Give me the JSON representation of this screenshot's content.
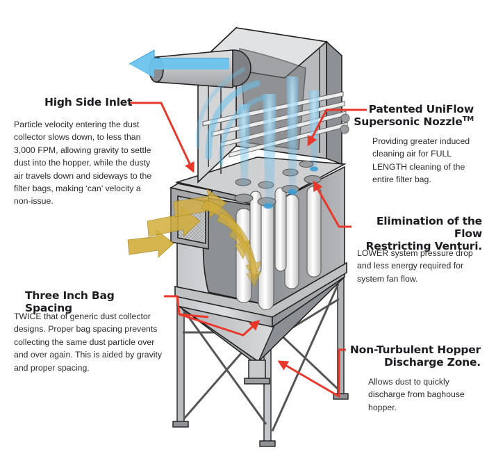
{
  "callouts": {
    "high_side_inlet": {
      "title": "High Side Inlet",
      "body": "Particle velocity entering the dust collector slows down, to less than 3,000 FPM, allowing gravity to settle dust into the hopper, while the dusty air travels down and sideways to the filter bags, making ‘can’ velocity a non-issue."
    },
    "nozzle": {
      "title_line1": "Patented UniFlow",
      "title_line2": "Supersonic Nozzle",
      "title_mark": "TM",
      "body": "Providing greater induced cleaning air for FULL LENGTH cleaning of the entire filter bag."
    },
    "venturi": {
      "title_line1": "Elimination of the Flow",
      "title_line2": "Restricting Venturi.",
      "body": "LOWER system pressure drop and less energy required for system fan flow."
    },
    "bag_spacing": {
      "title": "Three Inch Bag Spacing",
      "body": "TWICE that of generic dust collector designs. Proper bag spacing prevents collecting the same dust particle over and over again. This is aided by gravity and proper spacing."
    },
    "hopper": {
      "title_line1": "Non-Turbulent Hopper",
      "title_line2": "Discharge Zone.",
      "body": "Allows dust to quickly discharge from baghouse hopper."
    }
  },
  "colors": {
    "callout_arrow": "#e8382b",
    "title_text": "#1b1d22",
    "body_text": "#2a2a2a",
    "clean_air_arrow": "#6cc3ec",
    "dust_flow": "#d2ae3c",
    "steel_light": "#d6d7d9",
    "steel_mid": "#b3b5b8",
    "steel_dark": "#7d8084",
    "outline": "#222222"
  }
}
